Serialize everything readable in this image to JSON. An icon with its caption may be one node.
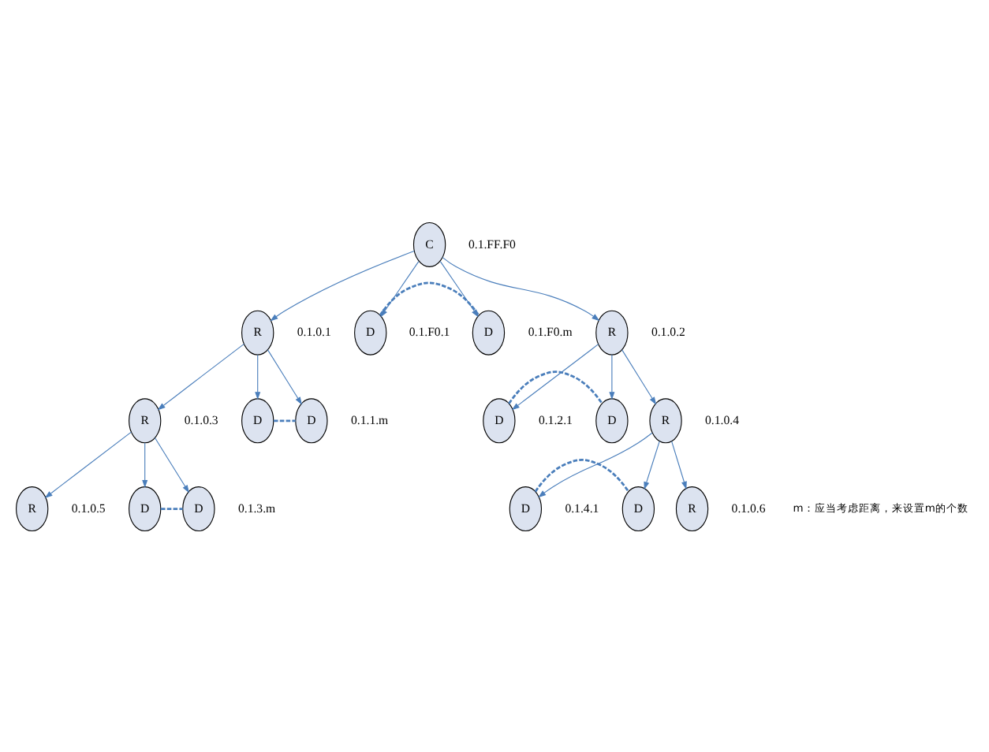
{
  "diagram": {
    "nodes": [
      {
        "text": [
          "C"
        ],
        "beside": [
          "0.1.FF.F0"
        ]
      },
      {
        "text": [
          "R"
        ],
        "beside": [
          "0.1.0.1"
        ]
      },
      {
        "text": [
          "D"
        ],
        "beside": [
          "0.1.F0.1"
        ]
      },
      {
        "text": [
          "D"
        ],
        "beside": [
          "0.1.F0.m"
        ]
      },
      {
        "text": [
          "R"
        ],
        "beside": [
          "0.1.0.2"
        ]
      },
      {
        "text": [
          "R"
        ],
        "beside": [
          "0.1.0.3"
        ]
      },
      {
        "text": [
          "D"
        ]
      },
      {
        "text": [
          "D"
        ],
        "beside": [
          "0.1.1.m"
        ]
      },
      {
        "text": [
          "D"
        ],
        "beside": [
          "0.1.2.1"
        ]
      },
      {
        "text": [
          "D"
        ]
      },
      {
        "text": [
          "R"
        ],
        "beside": [
          "0.1.0.4"
        ]
      },
      {
        "text": [
          "R"
        ],
        "beside": [
          "0.1.0.5"
        ]
      },
      {
        "text": [
          "D"
        ]
      },
      {
        "text": [
          "D"
        ],
        "beside": [
          "0.1.3.m"
        ]
      },
      {
        "text": [
          "D"
        ],
        "beside": [
          "0.1.4.1"
        ]
      },
      {
        "text": [
          "D"
        ]
      },
      {
        "text": [
          "R"
        ],
        "beside": [
          "0.1.0.6"
        ]
      }
    ],
    "edges": [
      {
        "from": 0,
        "to": 1,
        "arrow": "to"
      },
      {
        "from": 0,
        "to": 2,
        "arrow": "to"
      },
      {
        "from": 0,
        "to": 3,
        "arrow": "to"
      },
      {
        "from": 0,
        "to": 4,
        "arrow": "to"
      },
      {
        "from": 2,
        "to": 3,
        "arrow": "none",
        "style": "dashed"
      },
      {
        "from": 1,
        "to": 5,
        "arrow": "to"
      },
      {
        "from": 1,
        "to": 6,
        "arrow": "to"
      },
      {
        "from": 1,
        "to": 7,
        "arrow": "to"
      },
      {
        "from": 6,
        "to": 7,
        "arrow": "none",
        "style": "dashed"
      },
      {
        "from": 4,
        "to": 8,
        "arrow": "to"
      },
      {
        "from": 4,
        "to": 9,
        "arrow": "to"
      },
      {
        "from": 4,
        "to": 10,
        "arrow": "to"
      },
      {
        "from": 8,
        "to": 9,
        "arrow": "none",
        "style": "dashed"
      },
      {
        "from": 5,
        "to": 11,
        "arrow": "to"
      },
      {
        "from": 5,
        "to": 12,
        "arrow": "to"
      },
      {
        "from": 5,
        "to": 13,
        "arrow": "to"
      },
      {
        "from": 12,
        "to": 13,
        "arrow": "none",
        "style": "dashed"
      },
      {
        "from": 10,
        "to": 14,
        "arrow": "to"
      },
      {
        "from": 10,
        "to": 15,
        "arrow": "to"
      },
      {
        "from": 10,
        "to": 16,
        "arrow": "to"
      },
      {
        "from": 14,
        "to": 15,
        "arrow": "none",
        "style": "dashed"
      }
    ],
    "labels": [
      "m：应当考虑距离，来设置m的个数"
    ]
  }
}
